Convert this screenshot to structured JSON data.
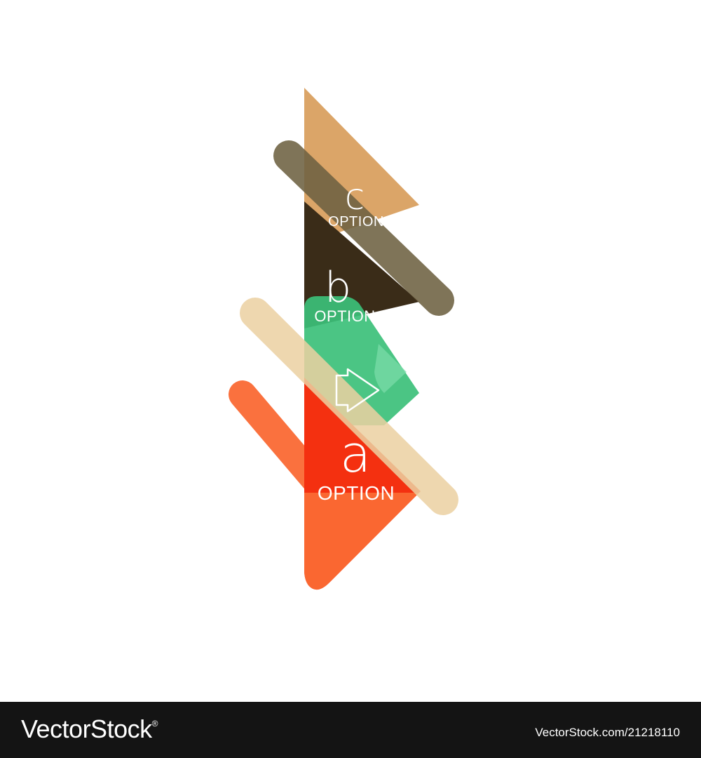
{
  "options": [
    {
      "letter": "c",
      "label": "OPTION",
      "color": "#D9A060"
    },
    {
      "letter": "b",
      "label": "OPTION",
      "color": "#3A2C18"
    },
    {
      "letter": "a",
      "label": "OPTION",
      "color": "#F43010"
    }
  ],
  "accents": {
    "green": "#3CC07A",
    "olive": "#6E6142",
    "beige": "#ECD1A2",
    "orange": "#FA6A34"
  },
  "footer": {
    "brand": "VectorStock",
    "brand_mark": "®",
    "image_id": "VectorStock.com/21218110"
  }
}
